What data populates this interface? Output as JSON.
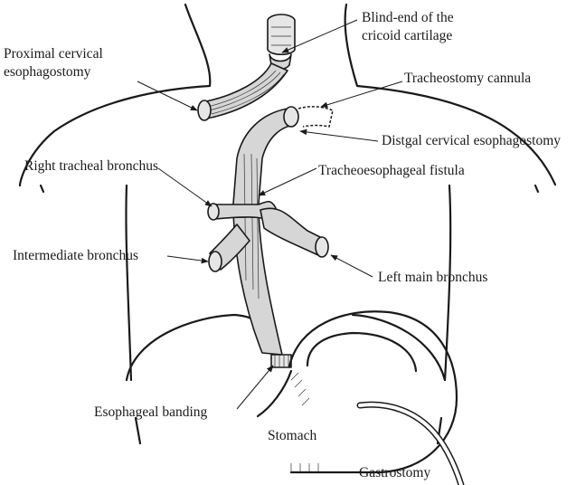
{
  "labels": {
    "blind_end": [
      "Blind-end of the",
      "cricoid cartilage"
    ],
    "proximal": [
      "Proximal cervical",
      "esophagostomy"
    ],
    "cannula": "Tracheostomy cannula",
    "distal": "Distgal cervical esophagostomy",
    "right_tracheal": "Right tracheal bronchus",
    "fistula": "Tracheoesophageal fistula",
    "intermediate": "Intermediate bronchus",
    "left_main": "Left main bronchus",
    "banding": "Esophageal banding",
    "stomach": "Stomach",
    "gastrostomy": "Gastrostomy"
  },
  "colors": {
    "ink": "#1a1a1a",
    "organ_fill": "#d6d6d6",
    "background": "#ffffff"
  }
}
